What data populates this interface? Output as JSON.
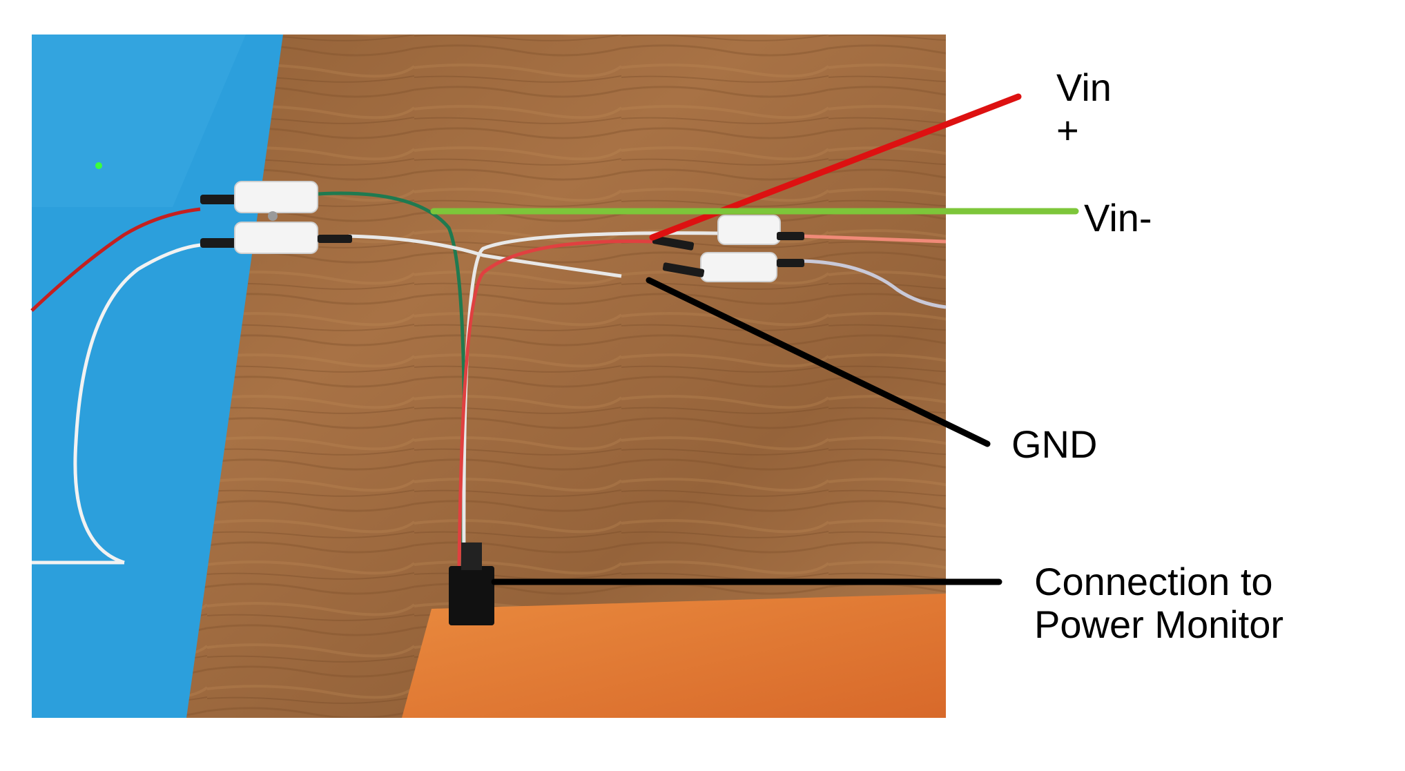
{
  "diagram": {
    "title": "Power monitor wiring",
    "colors": {
      "vin_plus_line": "#dd1111",
      "vin_minus_line": "#7dc63a",
      "gnd_line": "#000000",
      "connector_line": "#000000",
      "mat_blue": "#2a9bd6",
      "wood": "#9c6a3f",
      "power_monitor_case": "#e2762f",
      "background": "#ffffff"
    },
    "annotations": [
      {
        "id": "vin-plus",
        "lines": [
          "Vin",
          "+"
        ],
        "line_color": "vin_plus_line"
      },
      {
        "id": "vin-minus",
        "lines": [
          "Vin-"
        ],
        "line_color": "vin_minus_line"
      },
      {
        "id": "gnd",
        "lines": [
          "GND"
        ],
        "line_color": "gnd_line"
      },
      {
        "id": "connection",
        "lines": [
          "Connection to",
          "Power Monitor"
        ],
        "line_color": "connector_line"
      }
    ],
    "photo": {
      "description": "Wires connected via lever connectors on wooden desk next to blue mat and orange power monitor",
      "objects": [
        "blue-mat",
        "wood-desk",
        "lever-connector",
        "wires",
        "jst-connector",
        "power-monitor-case"
      ]
    }
  }
}
